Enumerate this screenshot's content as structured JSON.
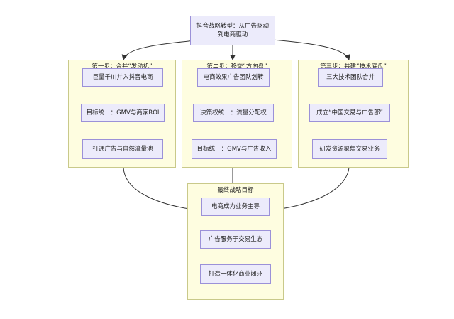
{
  "title": {
    "line1": "抖音战略转型：从广告驱动",
    "line2": "到电商驱动"
  },
  "step1": {
    "title": "第一步：合并“发动机”",
    "items": [
      "巨量千川并入抖音电商",
      "目标统一：GMV与商家ROI",
      "打通广告与自然流量池"
    ]
  },
  "step2": {
    "title": "第二步：移交“方向盘”",
    "items": [
      "电商效果广告团队划转",
      "决策权统一：流量分配权",
      "目标统一：GMV与广告收入"
    ]
  },
  "step3": {
    "title": "第三步：共建“技术底盘”",
    "items": [
      "三大技术团队合并",
      "成立“中国交易与广告部”",
      "研发资源聚焦交易业务"
    ]
  },
  "final": {
    "title": "最终战略目标",
    "items": [
      "电商成为业务主导",
      "广告服务于交易生态",
      "打造一体化商业闭环"
    ]
  }
}
